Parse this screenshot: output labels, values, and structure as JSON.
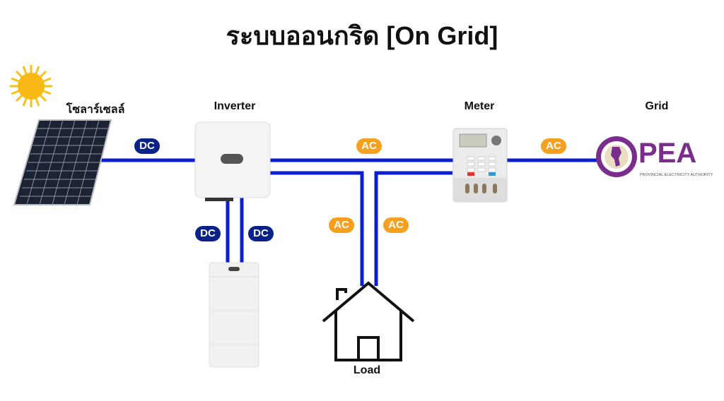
{
  "title": "ระบบออนกริด [On Grid]",
  "nodes": {
    "solar": "โซลาร์เซลล์",
    "inverter": "Inverter",
    "meter": "Meter",
    "grid": "Grid",
    "load": "Load"
  },
  "badges": {
    "solar_inverter": "DC",
    "inverter_battery_1": "DC",
    "inverter_battery_2": "DC",
    "inverter_meter": "AC",
    "meter_grid": "AC",
    "load_1": "AC",
    "load_2": "AC"
  },
  "logo": {
    "text": "PEA",
    "subtitle": "PROVINCIAL ELECTRICITY AUTHORITY"
  },
  "colors": {
    "wire": "#0b1fd0",
    "dc": "#0b2389",
    "ac": "#f5a01f",
    "pea": "#7b2d8e",
    "sun": "#f7c21a"
  }
}
